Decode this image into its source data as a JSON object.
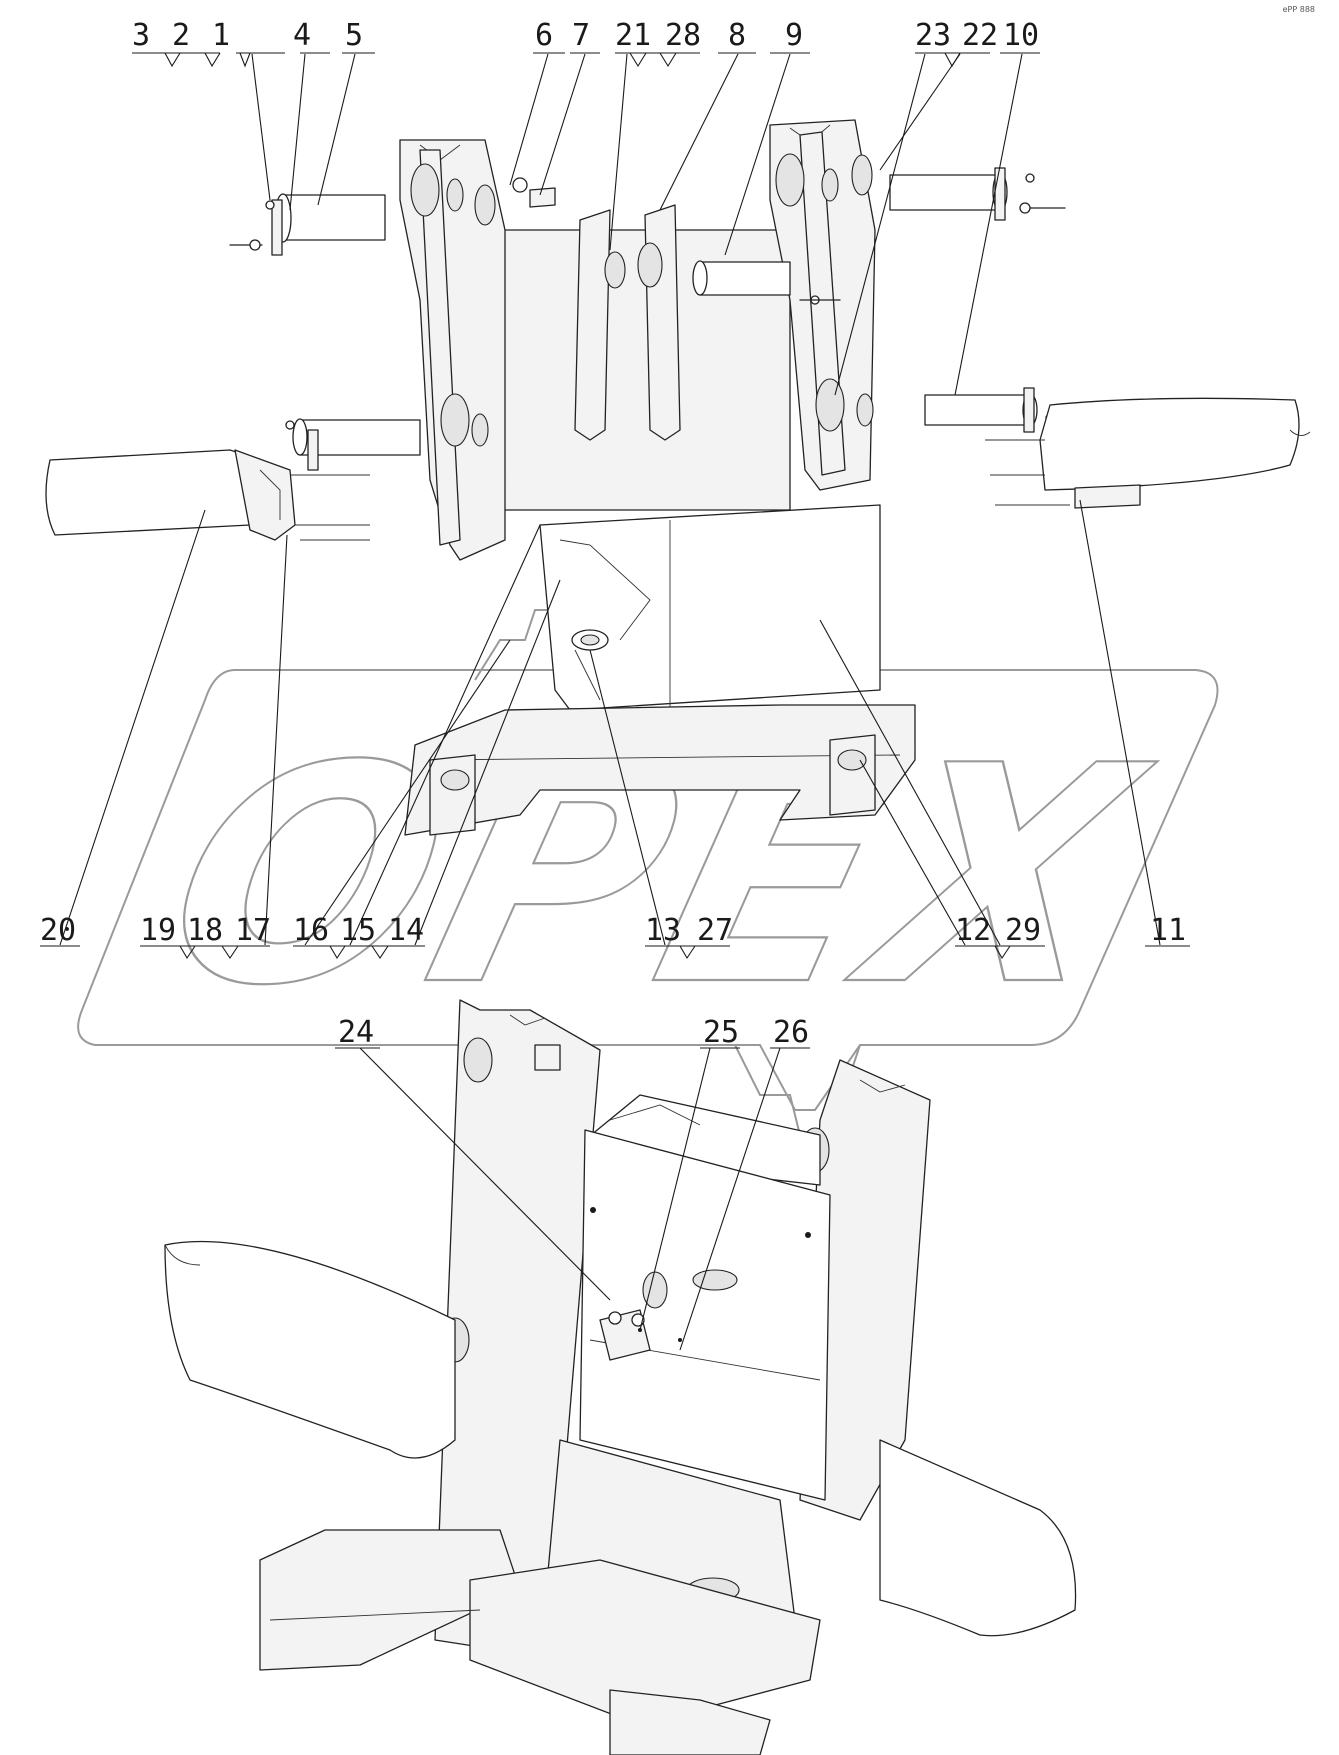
{
  "watermark": {
    "text": "OPEX",
    "color": "#9a9a9a"
  },
  "corner_mark": "ePP 888",
  "callouts": {
    "top_left": [
      "3",
      "2",
      "1",
      "4",
      "5"
    ],
    "top_center": [
      "6",
      "7",
      "21",
      "28",
      "8",
      "9"
    ],
    "top_right": [
      "23",
      "22",
      "10"
    ],
    "bottom_left": [
      "20",
      "19",
      "18",
      "17",
      "16",
      "15",
      "14"
    ],
    "bottom_center": [
      "13",
      "27"
    ],
    "bottom_right": [
      "12",
      "29",
      "11"
    ],
    "lower_view": [
      "24",
      "25",
      "26"
    ]
  },
  "colors": {
    "line": "#222222",
    "part_fill": "#f3f3f3"
  }
}
